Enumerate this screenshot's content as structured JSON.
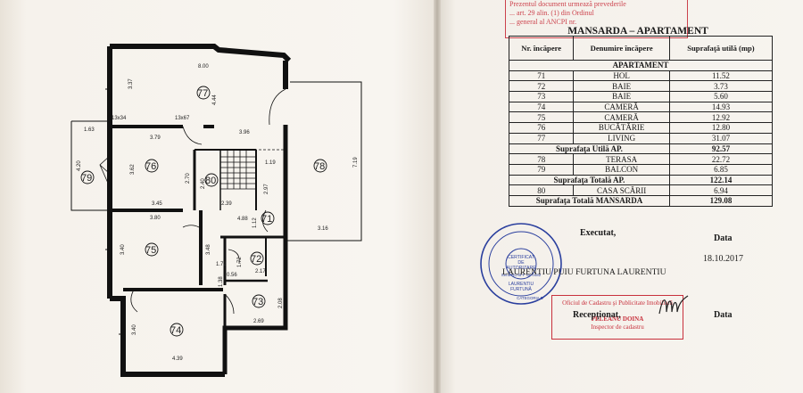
{
  "stamp_top": {
    "line1": "Prezentul document urmează prevederile",
    "line2": "... art. 29 alin. (1) din Ordinul",
    "line3": "... general al ANCPI nr."
  },
  "title": "MANSARDA – APARTAMENT",
  "table": {
    "headers": [
      "Nr. încăpere",
      "Denumire încăpere",
      "Suprafaţă utilă (mp)"
    ],
    "section": "APARTAMENT",
    "rows": [
      {
        "nr": "71",
        "name": "HOL",
        "area": "11.52"
      },
      {
        "nr": "72",
        "name": "BAIE",
        "area": "3.73"
      },
      {
        "nr": "73",
        "name": "BAIE",
        "area": "5.60"
      },
      {
        "nr": "74",
        "name": "CAMERĂ",
        "area": "14.93"
      },
      {
        "nr": "75",
        "name": "CAMERĂ",
        "area": "12.92"
      },
      {
        "nr": "76",
        "name": "BUCĂTĂRIE",
        "area": "12.80"
      },
      {
        "nr": "77",
        "name": "LIVING",
        "area": "31.07"
      }
    ],
    "subtotal_util": {
      "label": "Suprafaţa Utilă AP.",
      "area": "92.57"
    },
    "rows2": [
      {
        "nr": "78",
        "name": "TERASA",
        "area": "22.72"
      },
      {
        "nr": "79",
        "name": "BALCON",
        "area": "6.85"
      }
    ],
    "subtotal_total": {
      "label": "Suprafaţa Totală AP.",
      "area": "122.14"
    },
    "rows3": [
      {
        "nr": "80",
        "name": "CASA SCĂRII",
        "area": "6.94"
      }
    ],
    "grand_total": {
      "label": "Suprafaţa Totală MANSARDA",
      "area": "129.08"
    }
  },
  "execution": {
    "label": "Executat,",
    "data_label": "Data",
    "date": "18.10.2017",
    "name": "LAURENTIU PUIU FURTUNA LAURENTIU"
  },
  "reception": {
    "label": "Recepţionat,",
    "data_label": "Data"
  },
  "round_stamp": {
    "center1": "CERTIFICAT",
    "center2": "DE",
    "center3": "AUTORIZARE",
    "series": "Seria RO-B-F Nr. 0482",
    "name": "LAURENTIU",
    "name2": "FURTUNĂ",
    "category": "CATEGORIA D"
  },
  "rect_stamp": {
    "line1": "Oficiul de Cadastru şi Publicitate Imobiliară",
    "line2": "PELEANU DOINA",
    "line3": "Inspector de cadastru"
  },
  "plan": {
    "rooms": {
      "r77": "77",
      "r76": "76",
      "r78": "78",
      "r79": "79",
      "r75": "75",
      "r74": "74",
      "r71": "71",
      "r72": "72",
      "r73": "73",
      "r80": "80"
    },
    "dims": {
      "d800": "8.00",
      "d337": "3.37",
      "d444": "4.44",
      "d379": "3.79",
      "d396": "3.96",
      "d163": "1.63",
      "d420": "4.20",
      "d362": "3.62",
      "d270": "2.70",
      "d240": "2.40",
      "d119": "1.19",
      "d297": "2.97",
      "d719": "7.19",
      "d345": "3.45",
      "d380": "3.80",
      "d239": "2.39",
      "d488": "4.88",
      "d112": "1.12",
      "d316": "3.16",
      "d340a": "3.40",
      "d348": "3.48",
      "d172a": "1.72",
      "d172b": "1.72",
      "d056": "0.56",
      "d217": "2.17",
      "d208": "2.08",
      "d269": "2.69",
      "d340b": "3.40",
      "d439": "4.39",
      "d138": "1.38",
      "w1": "13x34",
      "w2": "13x67"
    }
  },
  "colors": {
    "stamp_red": "#c8303c",
    "stamp_blue": "#2a3f9e",
    "ink": "#1a1a1a"
  }
}
